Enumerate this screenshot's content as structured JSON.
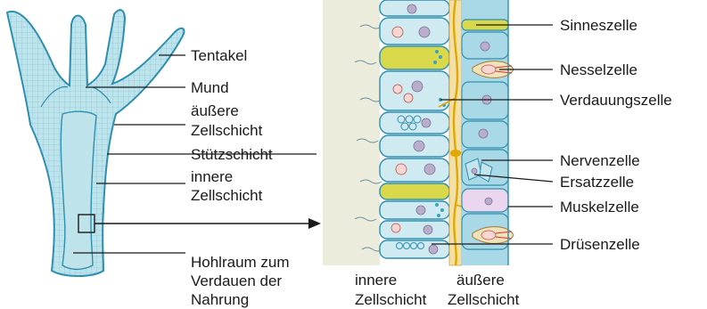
{
  "left_labels": {
    "tentakel": "Tentakel",
    "mund": "Mund",
    "aeussere_1": "äußere",
    "aeussere_2": "Zellschicht",
    "stuetz": "Stützschicht",
    "innere_1": "innere",
    "innere_2": "Zellschicht",
    "hohl_1": "Hohlraum zum",
    "hohl_2": "Verdauen der",
    "hohl_3": "Nahrung"
  },
  "right_labels": {
    "sinnes": "Sinneszelle",
    "nessel": "Nesselzelle",
    "verdauung": "Verdauungszelle",
    "nerven": "Nervenzelle",
    "ersatz": "Ersatzzelle",
    "muskel": "Muskelzelle",
    "druesen": "Drüsenzelle"
  },
  "bottom_labels": {
    "innere_1": "innere",
    "innere_2": "Zellschicht",
    "aeussere_1": "äußere",
    "aeussere_2": "Zellschicht"
  },
  "colors": {
    "body_fill": "#bfe3ea",
    "body_edge": "#2f8fb0",
    "inner_cell": "#cfeaf0",
    "outer_cell": "#a9d9e6",
    "support": "#f3dfa8",
    "nerve": "#e0a800",
    "gland": "#d8d84a",
    "muscle": "#ead6ee",
    "lumen": "#ececdc"
  }
}
